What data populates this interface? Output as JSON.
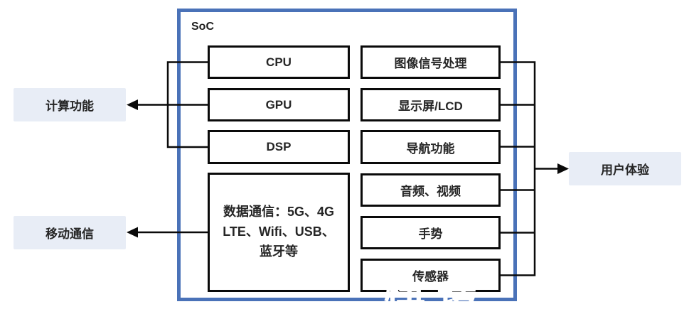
{
  "soc": {
    "title": "SoC"
  },
  "left_column": {
    "boxes": [
      {
        "label": "CPU"
      },
      {
        "label": "GPU"
      },
      {
        "label": "DSP"
      },
      {
        "label": "数据通信：5G、4G LTE、Wifi、USB、蓝牙等"
      }
    ]
  },
  "right_column": {
    "boxes": [
      {
        "label": "图像信号处理"
      },
      {
        "label": "显示屏/LCD"
      },
      {
        "label": "导航功能"
      },
      {
        "label": "音频、视频"
      },
      {
        "label": "手势"
      },
      {
        "label": "传感器"
      }
    ]
  },
  "external": {
    "compute": "计算功能",
    "mobile": "移动通信",
    "ux": "用户体验"
  },
  "watermark": {
    "text": "快技"
  },
  "colors": {
    "soc_border": "#4a72b8",
    "external_label_fill": "#e8edf6",
    "box_border": "#0a0a0a",
    "text": "#262626",
    "watermark_text": "#ffffff"
  }
}
